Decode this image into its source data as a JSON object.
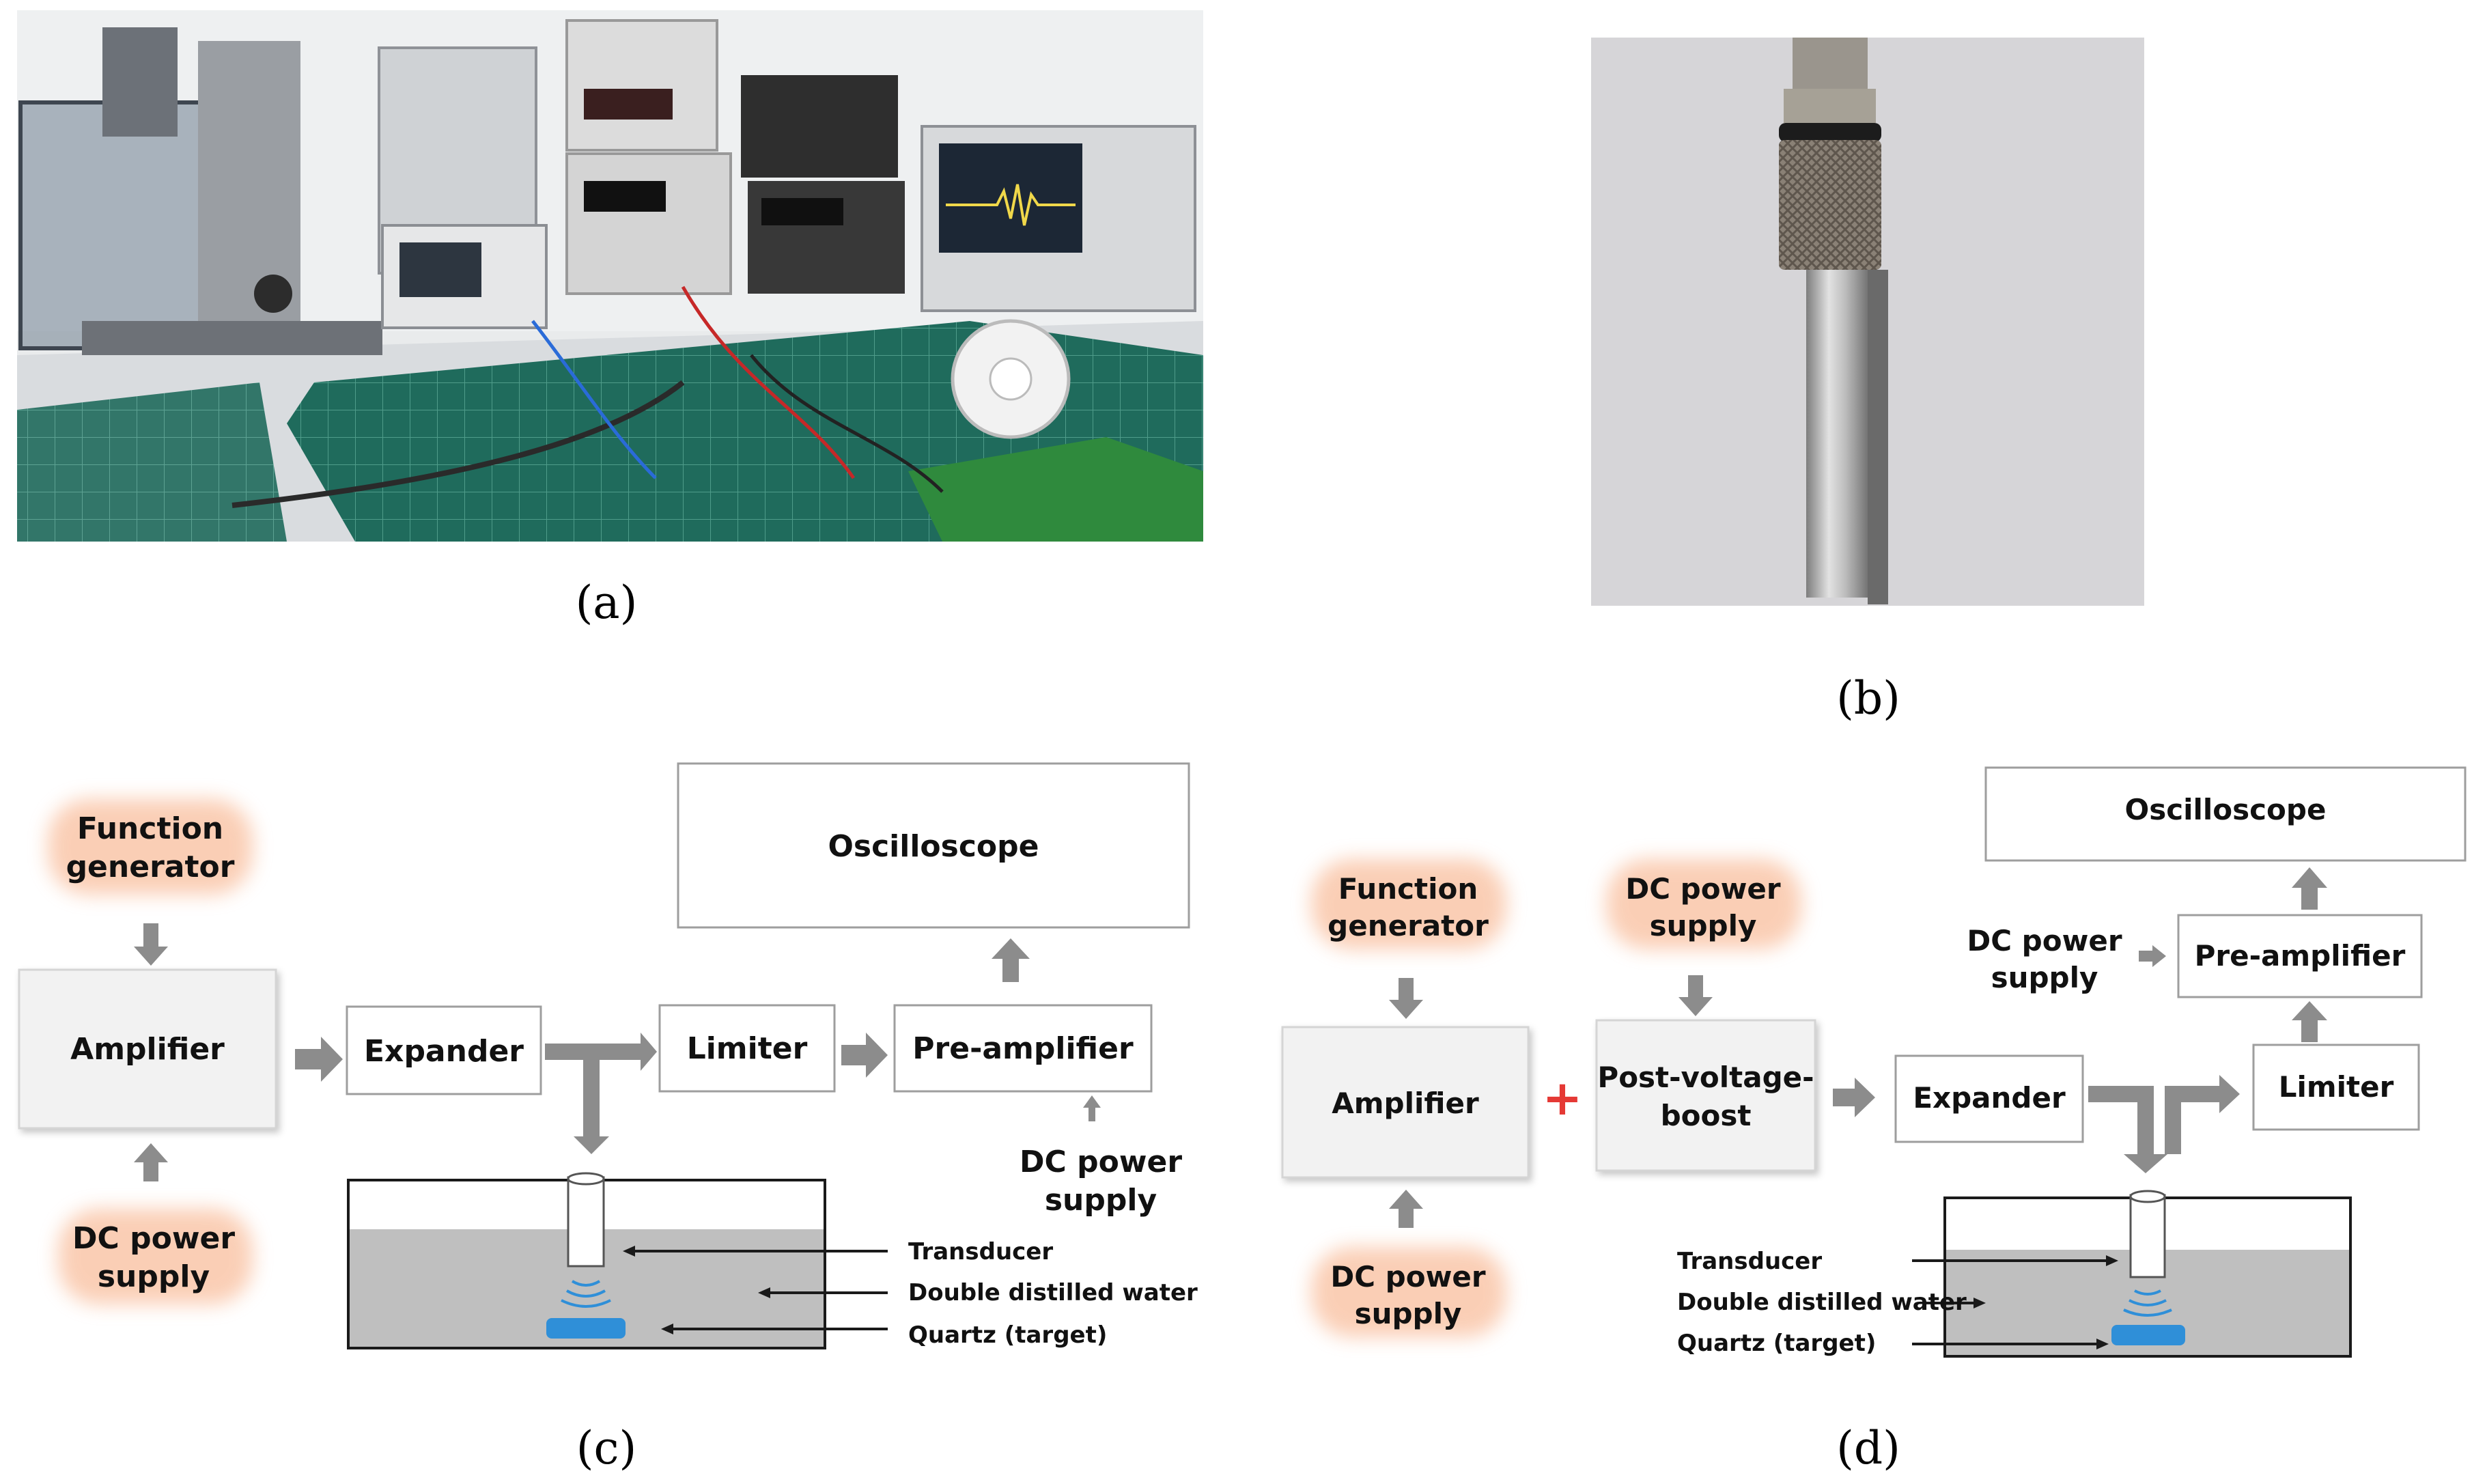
{
  "panels": {
    "a": {
      "caption": "(a)"
    },
    "b": {
      "caption": "(b)"
    },
    "c": {
      "caption": "(c)",
      "function_generator": [
        "Function",
        "generator"
      ],
      "amplifier": "Amplifier",
      "dc_power_bottom": [
        "DC power",
        "supply"
      ],
      "expander": "Expander",
      "limiter": "Limiter",
      "pre_amplifier": "Pre-amplifier",
      "oscilloscope": "Oscilloscope",
      "dc_power_right": [
        "DC power",
        "supply"
      ],
      "transducer": "Transducer",
      "water": "Double distilled water",
      "quartz": "Quartz (target)"
    },
    "d": {
      "caption": "(d)",
      "function_generator": [
        "Function",
        "generator"
      ],
      "dc_power_top": [
        "DC power",
        "supply"
      ],
      "amplifier": "Amplifier",
      "plus": "+",
      "post_voltage_boost": [
        "Post-voltage-",
        "boost"
      ],
      "dc_power_bottom": [
        "DC power",
        "supply"
      ],
      "expander": "Expander",
      "limiter": "Limiter",
      "pre_amplifier": "Pre-amplifier",
      "oscilloscope": "Oscilloscope",
      "dc_power_left": [
        "DC power",
        "supply"
      ],
      "transducer": "Transducer",
      "water": "Double distilled water",
      "quartz": "Quartz (target)"
    }
  },
  "colors": {
    "glow": "#f7a77a",
    "arrow": "#8c8c8c",
    "water": "#bfbfbf",
    "quartz": "#2f8fd8",
    "plus": "#e53935"
  }
}
